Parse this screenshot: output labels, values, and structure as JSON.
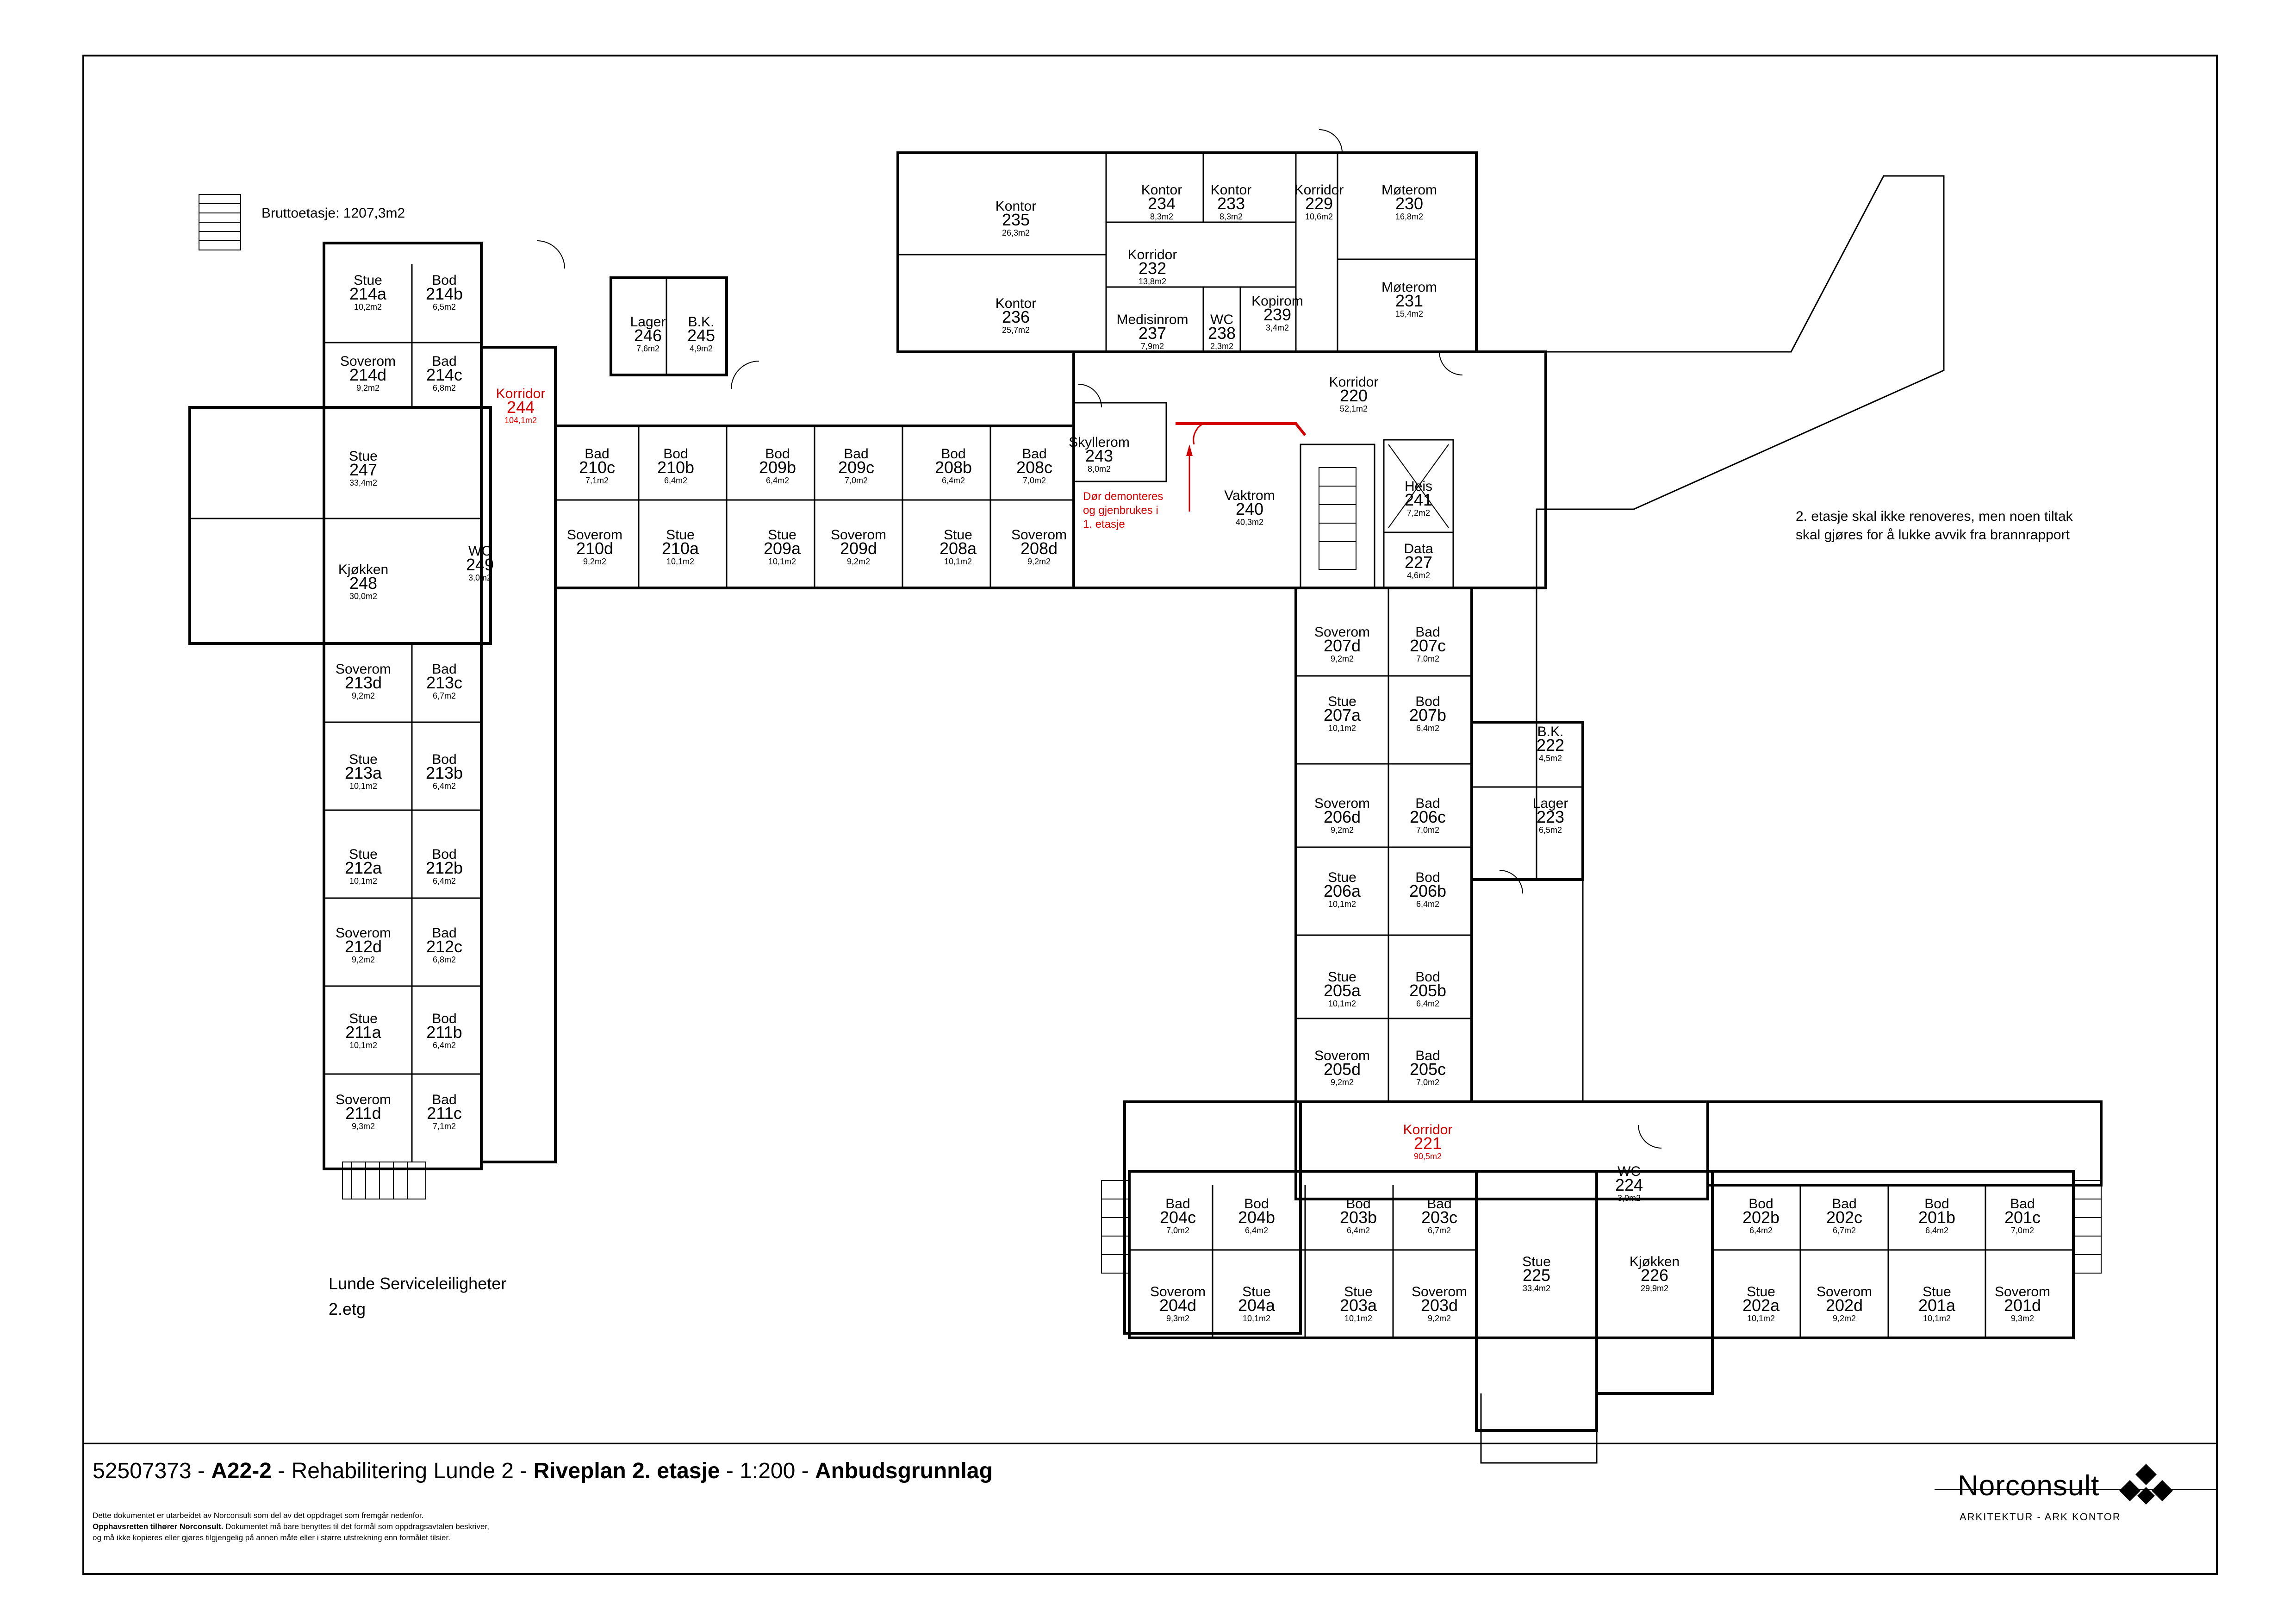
{
  "title_block": {
    "project_no": "52507373",
    "drawing_no": "A22-2",
    "project_name": "Rehabilitering Lunde 2",
    "drawing_name": "Riveplan 2. etasje",
    "scale": "1:200",
    "status": "Anbudsgrunnlag",
    "sep": " - ",
    "legal_line1": "Dette dokumentet er utarbeidet av Norconsult som del av det oppdraget som fremgår nedenfor.",
    "legal_line2_bold": "Opphavsretten tilhører Norconsult.",
    "legal_line2_rest": " Dokumentet må bare benyttes til det formål som oppdragsavtalen beskriver,",
    "legal_line3": "og må ikke kopieres eller gjøres tilgjengelig på annen måte eller i større utstrekning enn formålet tilsier."
  },
  "logo": {
    "name": "Norconsult",
    "subtitle": "ARKITEKTUR - ARK KONTOR",
    "mark_icon": "norconsult-diamond-mark-icon"
  },
  "notes": {
    "gross_area": "Bruttoetasje: 1207,3m2",
    "building_name": "Lunde Serviceleiligheter",
    "floor": "2.etg",
    "renovation_line1": "2. etasje skal ikke renoveres, men noen tiltak",
    "renovation_line2": "skal gjøres for å lukke avvik fra brannrapport",
    "door_line1": "Dør demonteres",
    "door_line2": "og gjenbrukes i",
    "door_line3": "1. etasje"
  },
  "colors": {
    "line": "#000000",
    "demolition": "#d40000"
  },
  "rooms": [
    {
      "name": "Stue",
      "num": "214a",
      "area": "10,2m2"
    },
    {
      "name": "Bod",
      "num": "214b",
      "area": "6,5m2"
    },
    {
      "name": "Soverom",
      "num": "214d",
      "area": "9,2m2"
    },
    {
      "name": "Bad",
      "num": "214c",
      "area": "6,8m2"
    },
    {
      "name": "Korridor",
      "num": "244",
      "area": "104,1m2",
      "red": true
    },
    {
      "name": "Lager",
      "num": "246",
      "area": "7,6m2"
    },
    {
      "name": "B.K.",
      "num": "245",
      "area": "4,9m2"
    },
    {
      "name": "Kontor",
      "num": "235",
      "area": "26,3m2"
    },
    {
      "name": "Kontor",
      "num": "236",
      "area": "25,7m2"
    },
    {
      "name": "Kontor",
      "num": "234",
      "area": "8,3m2"
    },
    {
      "name": "Kontor",
      "num": "233",
      "area": "8,3m2"
    },
    {
      "name": "Korridor",
      "num": "232",
      "area": "13,8m2"
    },
    {
      "name": "Korridor",
      "num": "229",
      "area": "10,6m2"
    },
    {
      "name": "Møterom",
      "num": "230",
      "area": "16,8m2"
    },
    {
      "name": "Møterom",
      "num": "231",
      "area": "15,4m2"
    },
    {
      "name": "Medisinrom",
      "num": "237",
      "area": "7,9m2"
    },
    {
      "name": "WC",
      "num": "238",
      "area": "2,3m2"
    },
    {
      "name": "Kopirom",
      "num": "239",
      "area": "3,4m2"
    },
    {
      "name": "Stue",
      "num": "247",
      "area": "33,4m2"
    },
    {
      "name": "Kjøkken",
      "num": "248",
      "area": "30,0m2"
    },
    {
      "name": "WC",
      "num": "249",
      "area": "3,0m2"
    },
    {
      "name": "Bad",
      "num": "210c",
      "area": "7,1m2"
    },
    {
      "name": "Bod",
      "num": "210b",
      "area": "6,4m2"
    },
    {
      "name": "Bod",
      "num": "209b",
      "area": "6,4m2"
    },
    {
      "name": "Bad",
      "num": "209c",
      "area": "7,0m2"
    },
    {
      "name": "Bod",
      "num": "208b",
      "area": "6,4m2"
    },
    {
      "name": "Bad",
      "num": "208c",
      "area": "7,0m2"
    },
    {
      "name": "Soverom",
      "num": "210d",
      "area": "9,2m2"
    },
    {
      "name": "Stue",
      "num": "210a",
      "area": "10,1m2"
    },
    {
      "name": "Stue",
      "num": "209a",
      "area": "10,1m2"
    },
    {
      "name": "Soverom",
      "num": "209d",
      "area": "9,2m2"
    },
    {
      "name": "Stue",
      "num": "208a",
      "area": "10,1m2"
    },
    {
      "name": "Soverom",
      "num": "208d",
      "area": "9,2m2"
    },
    {
      "name": "Skyllerom",
      "num": "243",
      "area": "8,0m2"
    },
    {
      "name": "Vaktrom",
      "num": "240",
      "area": "40,3m2"
    },
    {
      "name": "Korridor",
      "num": "220",
      "area": "52,1m2"
    },
    {
      "name": "Heis",
      "num": "241",
      "area": "7,2m2"
    },
    {
      "name": "Data",
      "num": "227",
      "area": "4,6m2"
    },
    {
      "name": "Soverom",
      "num": "213d",
      "area": "9,2m2"
    },
    {
      "name": "Bad",
      "num": "213c",
      "area": "6,7m2"
    },
    {
      "name": "Stue",
      "num": "213a",
      "area": "10,1m2"
    },
    {
      "name": "Bod",
      "num": "213b",
      "area": "6,4m2"
    },
    {
      "name": "Stue",
      "num": "212a",
      "area": "10,1m2"
    },
    {
      "name": "Bod",
      "num": "212b",
      "area": "6,4m2"
    },
    {
      "name": "Soverom",
      "num": "212d",
      "area": "9,2m2"
    },
    {
      "name": "Bad",
      "num": "212c",
      "area": "6,8m2"
    },
    {
      "name": "Stue",
      "num": "211a",
      "area": "10,1m2"
    },
    {
      "name": "Bod",
      "num": "211b",
      "area": "6,4m2"
    },
    {
      "name": "Soverom",
      "num": "211d",
      "area": "9,3m2"
    },
    {
      "name": "Bad",
      "num": "211c",
      "area": "7,1m2"
    },
    {
      "name": "Soverom",
      "num": "207d",
      "area": "9,2m2"
    },
    {
      "name": "Bad",
      "num": "207c",
      "area": "7,0m2"
    },
    {
      "name": "Stue",
      "num": "207a",
      "area": "10,1m2"
    },
    {
      "name": "Bod",
      "num": "207b",
      "area": "6,4m2"
    },
    {
      "name": "Soverom",
      "num": "206d",
      "area": "9,2m2"
    },
    {
      "name": "Bad",
      "num": "206c",
      "area": "7,0m2"
    },
    {
      "name": "Stue",
      "num": "206a",
      "area": "10,1m2"
    },
    {
      "name": "Bod",
      "num": "206b",
      "area": "6,4m2"
    },
    {
      "name": "Stue",
      "num": "205a",
      "area": "10,1m2"
    },
    {
      "name": "Bod",
      "num": "205b",
      "area": "6,4m2"
    },
    {
      "name": "Soverom",
      "num": "205d",
      "area": "9,2m2"
    },
    {
      "name": "Bad",
      "num": "205c",
      "area": "7,0m2"
    },
    {
      "name": "B.K.",
      "num": "222",
      "area": "4,5m2"
    },
    {
      "name": "Lager",
      "num": "223",
      "area": "6,5m2"
    },
    {
      "name": "Korridor",
      "num": "221",
      "area": "90,5m2",
      "red": true
    },
    {
      "name": "WC",
      "num": "224",
      "area": "3,0m2"
    },
    {
      "name": "Bad",
      "num": "204c",
      "area": "7,0m2"
    },
    {
      "name": "Bod",
      "num": "204b",
      "area": "6,4m2"
    },
    {
      "name": "Bod",
      "num": "203b",
      "area": "6,4m2"
    },
    {
      "name": "Bad",
      "num": "203c",
      "area": "6,7m2"
    },
    {
      "name": "Soverom",
      "num": "204d",
      "area": "9,3m2"
    },
    {
      "name": "Stue",
      "num": "204a",
      "area": "10,1m2"
    },
    {
      "name": "Stue",
      "num": "203a",
      "area": "10,1m2"
    },
    {
      "name": "Soverom",
      "num": "203d",
      "area": "9,2m2"
    },
    {
      "name": "Stue",
      "num": "225",
      "area": "33,4m2"
    },
    {
      "name": "Kjøkken",
      "num": "226",
      "area": "29,9m2"
    },
    {
      "name": "Bod",
      "num": "202b",
      "area": "6,4m2"
    },
    {
      "name": "Bad",
      "num": "202c",
      "area": "6,7m2"
    },
    {
      "name": "Bod",
      "num": "201b",
      "area": "6,4m2"
    },
    {
      "name": "Bad",
      "num": "201c",
      "area": "7,0m2"
    },
    {
      "name": "Stue",
      "num": "202a",
      "area": "10,1m2"
    },
    {
      "name": "Soverom",
      "num": "202d",
      "area": "9,2m2"
    },
    {
      "name": "Stue",
      "num": "201a",
      "area": "10,1m2"
    },
    {
      "name": "Soverom",
      "num": "201d",
      "area": "9,3m2"
    }
  ]
}
